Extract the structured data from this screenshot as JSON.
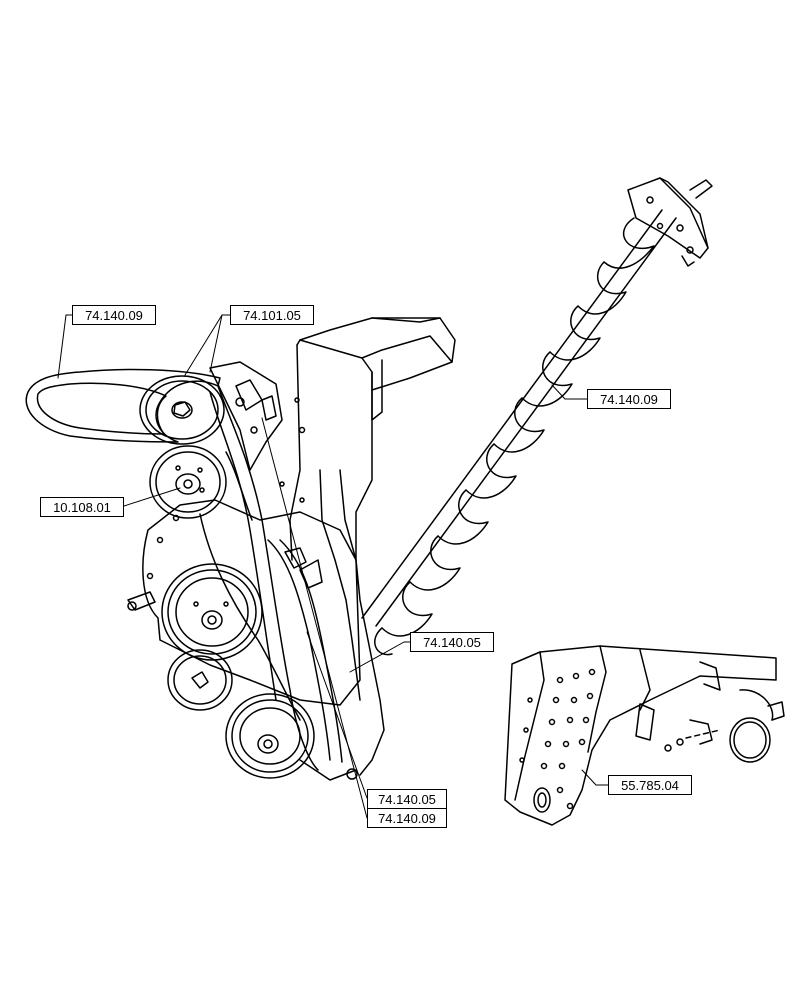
{
  "callouts": [
    {
      "id": "c1",
      "label": "74.140.09"
    },
    {
      "id": "c2",
      "label": "74.101.05"
    },
    {
      "id": "c3",
      "label": "74.140.09"
    },
    {
      "id": "c4",
      "label": "10.108.01"
    },
    {
      "id": "c5",
      "label": "74.140.05"
    },
    {
      "id": "c6",
      "label": "55.785.04"
    },
    {
      "id": "c7",
      "label": "74.140.05"
    },
    {
      "id": "c8",
      "label": "74.140.09"
    }
  ]
}
